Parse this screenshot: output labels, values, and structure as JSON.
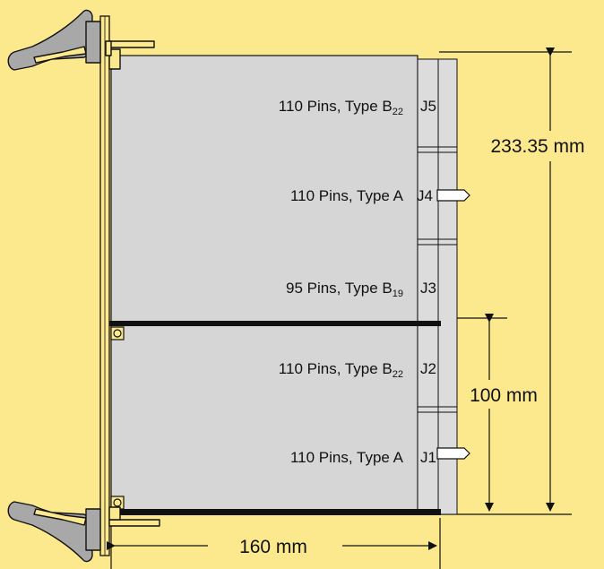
{
  "colors": {
    "background": "#fce98e",
    "board": "#d6d6d6",
    "connector": "#dcdcdc",
    "rail": "#111111",
    "handle": "#a8a8a8"
  },
  "connectors": [
    {
      "id": "J5",
      "label": "110 Pins, Type B",
      "sub": "22"
    },
    {
      "id": "J4",
      "label": "110 Pins, Type A",
      "sub": ""
    },
    {
      "id": "J3",
      "label": "95 Pins, Type B",
      "sub": "19"
    },
    {
      "id": "J2",
      "label": "110 Pins, Type B",
      "sub": "22"
    },
    {
      "id": "J1",
      "label": "110 Pins, Type A",
      "sub": ""
    }
  ],
  "dimensions": {
    "height_full": "233.35 mm",
    "height_half": "100 mm",
    "depth": "160 mm"
  },
  "icons": [
    "ejector-handle-icon",
    "mounting-screw-icon",
    "arrow-head-icon"
  ]
}
